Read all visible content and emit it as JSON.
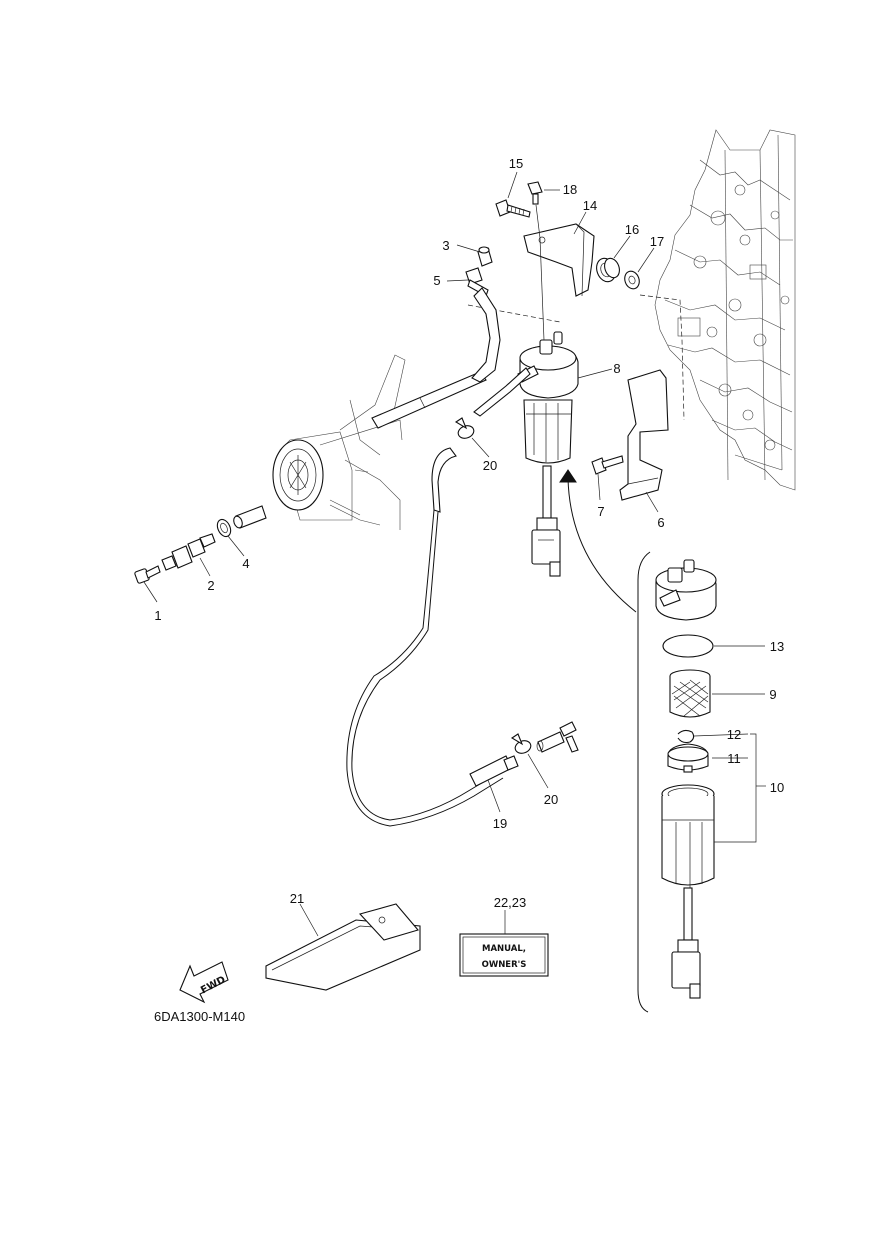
{
  "diagram_code": "6DA1300-M140",
  "fwd_label": "FWD",
  "manual_box": {
    "line1": "MANUAL,",
    "line2": "OWNER'S"
  },
  "callouts": {
    "c1": "1",
    "c2": "2",
    "c3": "3",
    "c4": "4",
    "c5": "5",
    "c6": "6",
    "c7": "7",
    "c8": "8",
    "c9": "9",
    "c10": "10",
    "c11": "11",
    "c12": "12",
    "c13": "13",
    "c14": "14",
    "c15": "15",
    "c16": "16",
    "c17": "17",
    "c18": "18",
    "c19": "19",
    "c20a": "20",
    "c20b": "20",
    "c21": "21",
    "c2223": "22,23"
  }
}
